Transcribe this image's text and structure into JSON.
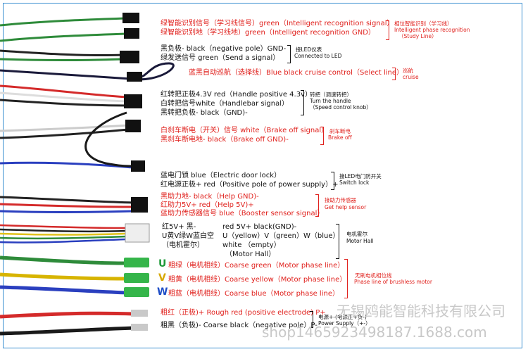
{
  "groups": {
    "learn": {
      "lines": [
        "绿智能识别信号（学习线信号）green（Intelligent recognition signal）",
        "绿智能识别地（学习线地）green（Intelligent recognition GND）"
      ],
      "note": [
        "相位智能识别（学习线）",
        "Intelligent phase recognition",
        "（Study Line）"
      ]
    },
    "led": {
      "lines": [
        "黑负极-  black（negative pole）GND-",
        "绿发送信号 green（Send a signal）"
      ],
      "note": [
        "接LED仪表",
        "Connected to LED"
      ]
    },
    "cruise": {
      "lines": [
        "蓝黑自动巡航（选择线）Blue black cruise control（Select line）"
      ],
      "note": [
        "巡航",
        "cruise"
      ]
    },
    "handle": {
      "lines": [
        "红转把正极4.3V red（Handle positive 4.3v）",
        "白转把信号white（Handlebar signal）",
        "黑转把负极- black（GND)-"
      ],
      "note": [
        "转把（调速转把）",
        "Turn the handle",
        "（Speed control knob）"
      ]
    },
    "brake": {
      "lines": [
        "白刹车断电（开关）信号 white（Brake off signal）",
        "黑刹车断电地- black（Brake off GND)-"
      ],
      "note": [
        "刹车断电",
        "Brake off"
      ]
    },
    "lock": {
      "lines": [
        "蓝电门锁 blue（Electric door lock）",
        "红电源正极+ red（Positive pole of power supply）+"
      ],
      "note": [
        "接LED电门防开关",
        "Switch lock"
      ]
    },
    "help": {
      "lines": [
        "黑助力地- black（Help GND)-",
        "红助力5V+ red（Help 5V)+",
        "蓝助力传感器信号 blue（Booster sensor signal）"
      ],
      "note": [
        "接助力传感器",
        "Get help sensor"
      ]
    },
    "hall": {
      "left": [
        "红5V+ 黑-",
        "U黄V绿W蓝白空",
        "（电机霍尔）"
      ],
      "right": [
        "red 5V+  black(GND)-",
        "U（yellow）V（green）W（blue）",
        "white （empty）",
        "（Motor Hall）"
      ],
      "note": [
        "电机霍尔",
        "Motor Hall"
      ]
    },
    "phase": {
      "rows": [
        {
          "letter": "U",
          "letter_color": "#1f9a3a",
          "text": "粗绿（电机相线）Coarse green（Motor phase line）"
        },
        {
          "letter": "V",
          "letter_color": "#d7a800",
          "text": "粗黄（电机相线）Coarse yellow（Motor phase line）"
        },
        {
          "letter": "W",
          "letter_color": "#1f4fc7",
          "text": "粗蓝（电机相线）Coarse blue（Motor phase line）"
        }
      ],
      "note": [
        "无刷电机相位线",
        "Phase line of brushless motor"
      ]
    },
    "power": {
      "lines": [
        "粗红（正极)+ Rough red (positive electrode) P+",
        "粗黑（负极)- Coarse black（negative pole）P-"
      ],
      "note": [
        "电源+-(电源正+负-)",
        "Power Supply（+-）"
      ]
    }
  },
  "watermark": {
    "line1": "无锡鸥能智能科技有限公司",
    "line2": "shop1465923498187.1688.com"
  },
  "colors": {
    "red_text": "#e0201c",
    "black_text": "#111111",
    "frame": "#3a8fd0",
    "connector_green": "#35b54a",
    "connector_hall": "#eeeeee"
  }
}
